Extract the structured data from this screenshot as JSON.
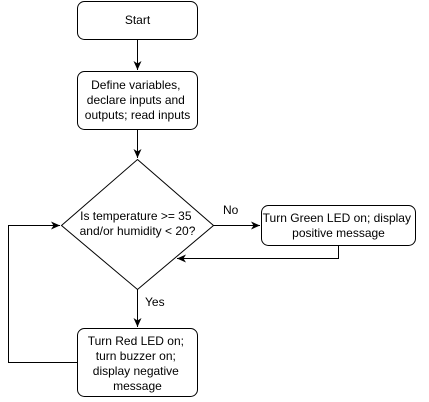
{
  "nodes": {
    "start": [
      "Start"
    ],
    "define": [
      "Define variables,",
      "declare inputs and",
      "outputs; read inputs"
    ],
    "decision": [
      "Is temperature >= 35",
      "and/or humidity < 20?"
    ],
    "green": [
      "Turn Green LED on; display",
      "positive message"
    ],
    "red": [
      "Turn Red LED on;",
      "turn buzzer on;",
      "display negative",
      "message"
    ]
  },
  "edges": {
    "no": "No",
    "yes": "Yes"
  },
  "colors": {
    "stroke": "#000000",
    "fill": "#ffffff"
  }
}
